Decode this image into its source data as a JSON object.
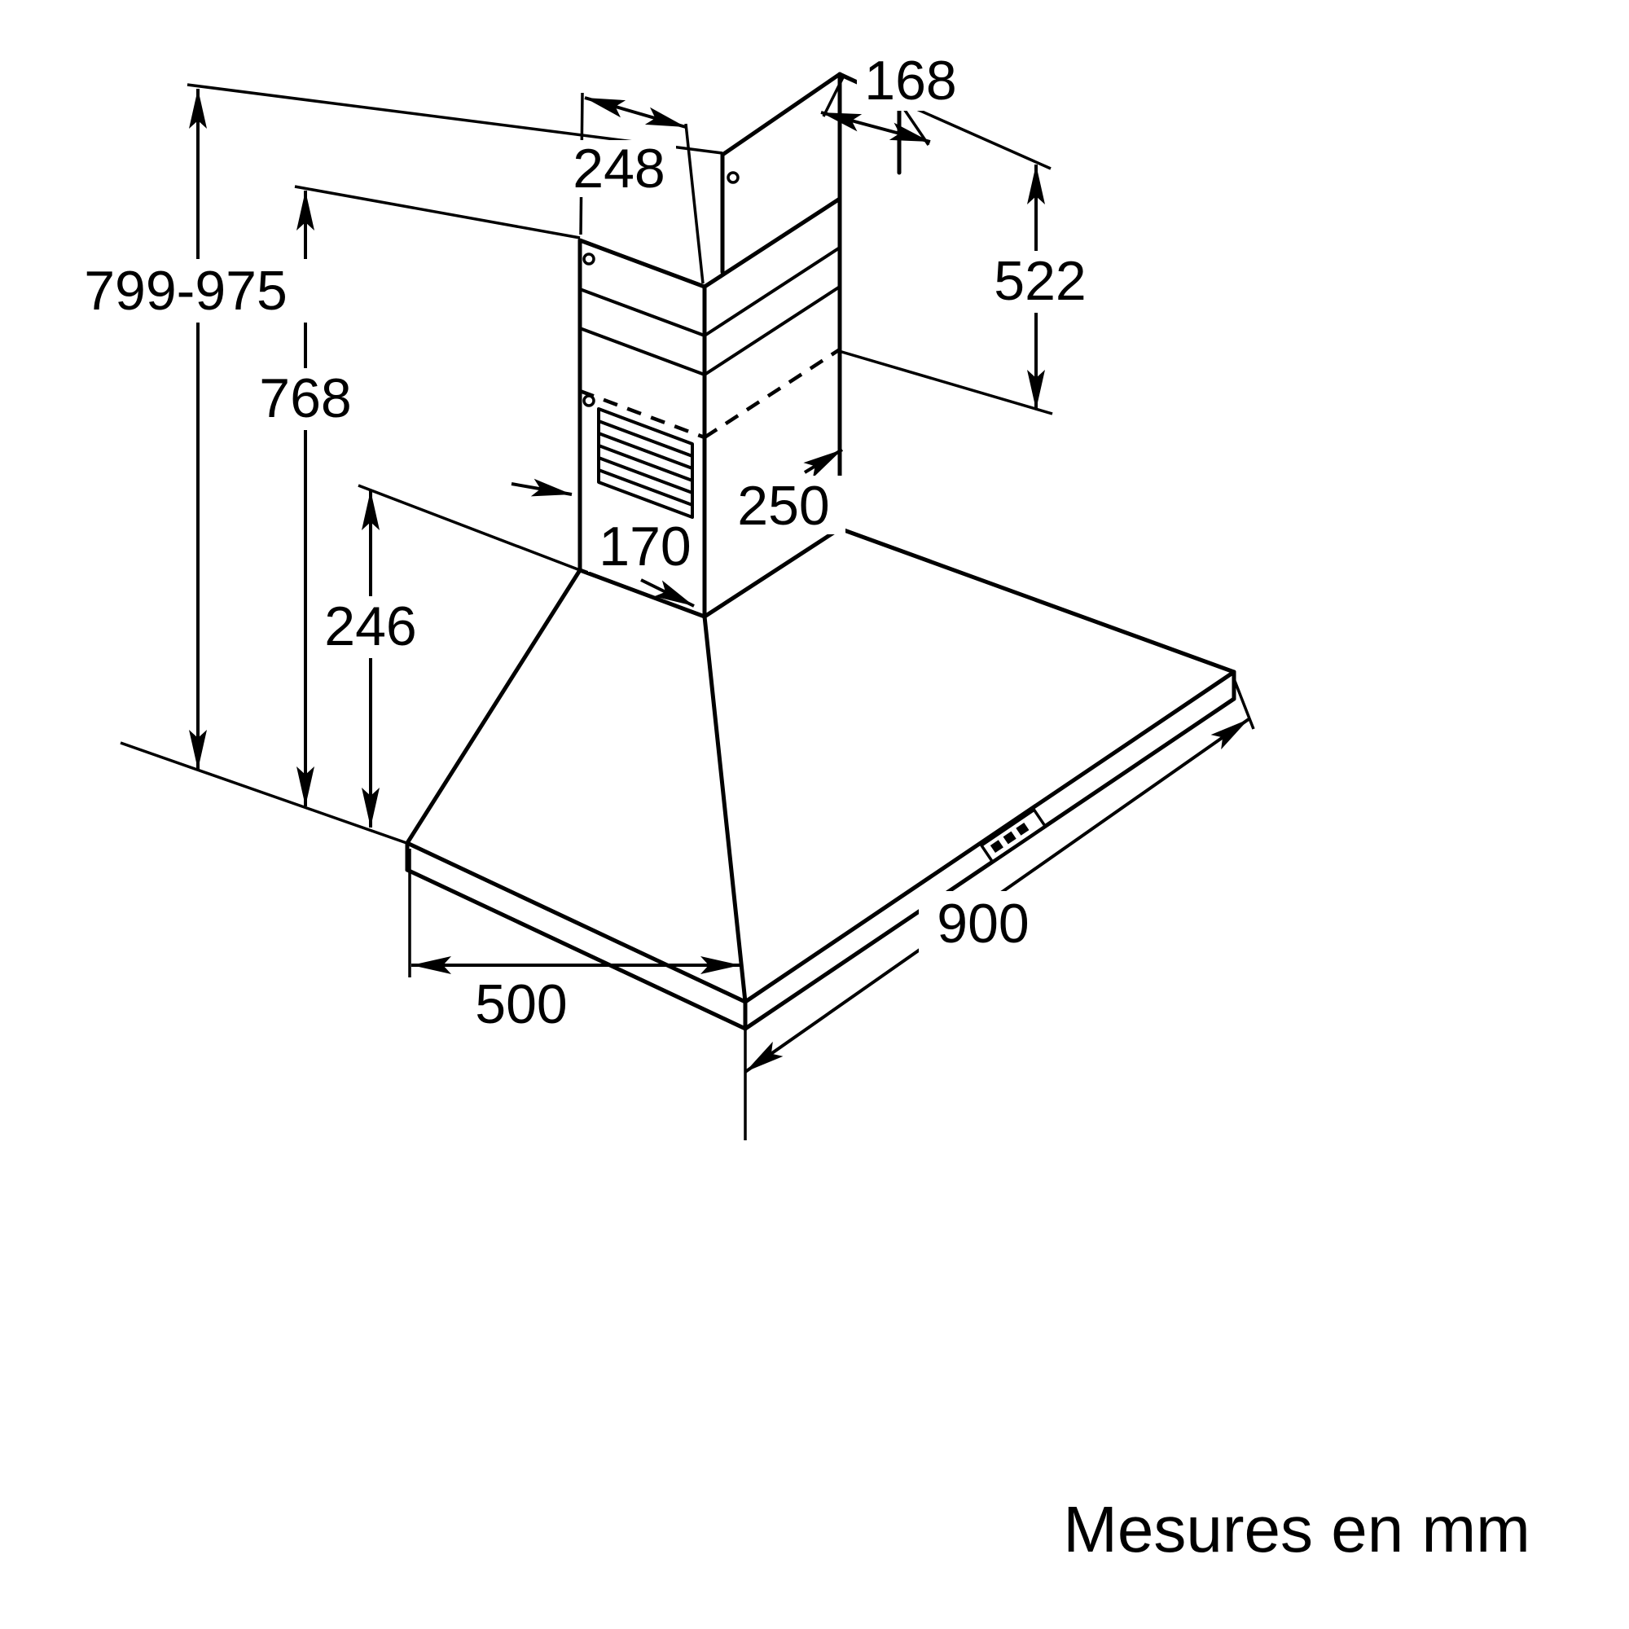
{
  "diagram": {
    "caption": "Mesures en mm",
    "unit": "mm",
    "dimensions": {
      "overall_height_range": "799-975",
      "min_total_height": "768",
      "canopy_height": "246",
      "chimney_top_width": "248",
      "bracket_depth": "168",
      "upper_chimney_height": "522",
      "chimney_depth": "250",
      "chimney_width": "170",
      "hood_width": "900",
      "hood_depth": "500"
    }
  }
}
